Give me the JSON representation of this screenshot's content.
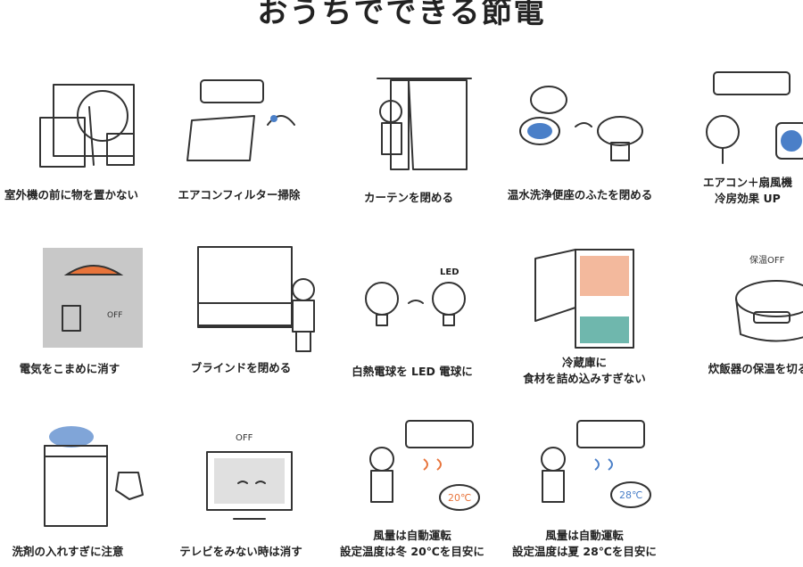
{
  "title": "おうちでできる節電",
  "items": [
    {
      "label": "室外機の前に物を置かない"
    },
    {
      "label": "エアコンフィルター掃除"
    },
    {
      "label": "カーテンを閉める"
    },
    {
      "label": "温水洗浄便座のふたを閉める"
    },
    {
      "label1": "エアコン＋扇風機",
      "label2": "冷房効果 UP"
    },
    {
      "label": "電気をこまめに消す",
      "sign": "OFF"
    },
    {
      "label": "ブラインドを閉める"
    },
    {
      "label": "白熱電球を LED 電球に",
      "sign": "LED"
    },
    {
      "label1": "冷蔵庫に",
      "label2": "食材を詰め込みすぎない"
    },
    {
      "label": "炊飯器の保温を切る",
      "sign": "保温OFF"
    },
    {
      "label": "洗剤の入れすぎに注意"
    },
    {
      "label": "テレビをみない時は消す",
      "sign": "OFF"
    },
    {
      "label1": "風量は自動運転",
      "label2": "設定温度は冬 20℃を目安に",
      "temp": "20℃"
    },
    {
      "label1": "風量は自動運転",
      "label2": "設定温度は夏 28℃を目安に",
      "temp": "28℃"
    }
  ],
  "colors": {
    "blue": "#4a7fc8",
    "orange": "#e8743b",
    "yellow": "#f3d43a",
    "teal": "#6fb7ad"
  }
}
